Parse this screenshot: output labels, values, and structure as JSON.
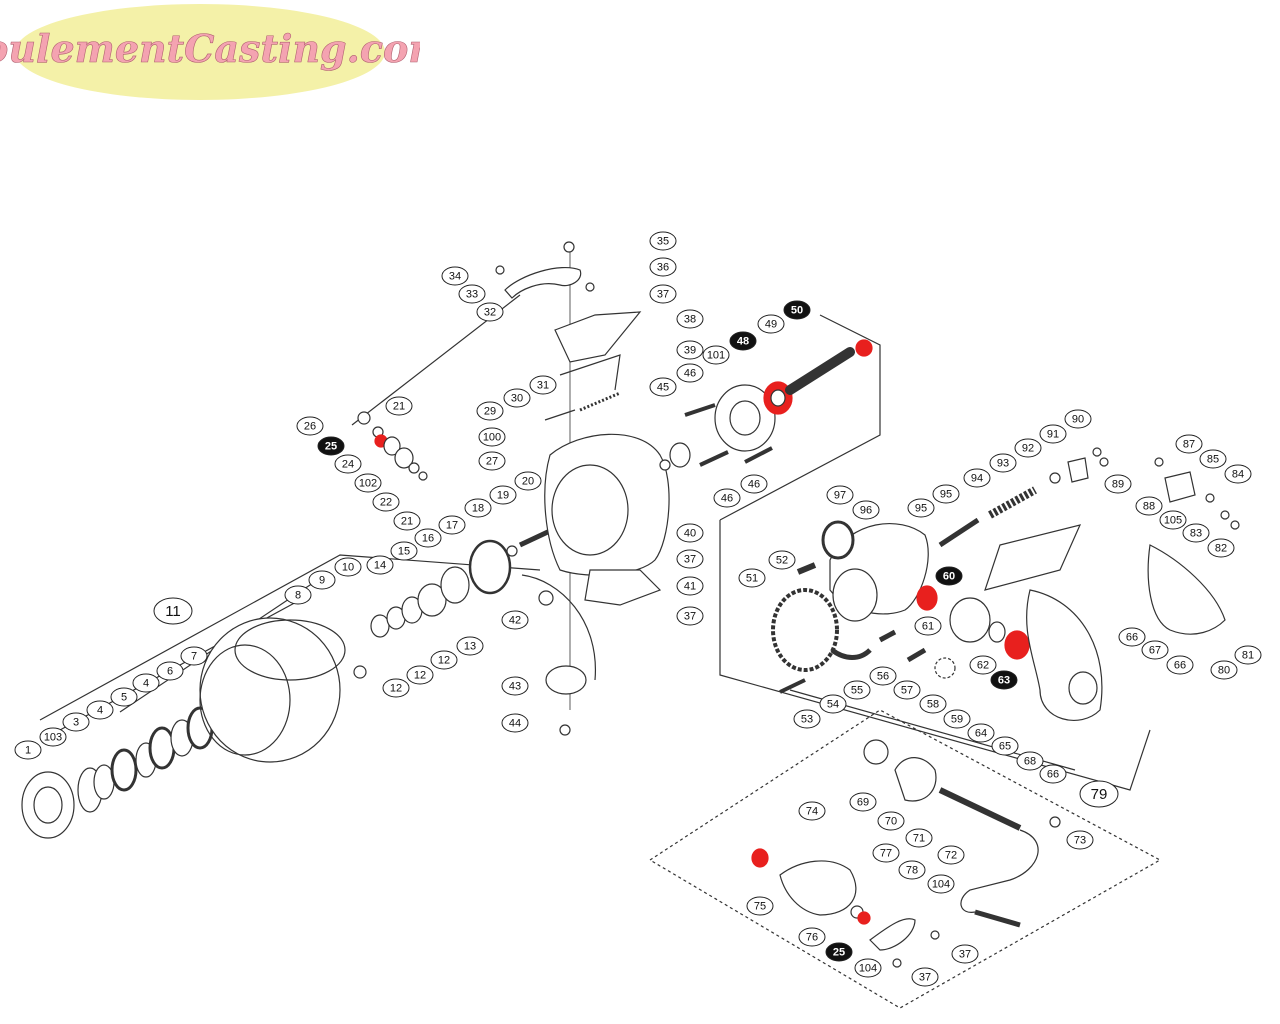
{
  "brand": {
    "logo_text": "RoulementCasting.com",
    "logo_color": "#f4a3b1",
    "logo_bg": "#f4f1a8"
  },
  "colors": {
    "bearing_red": "#e8201e",
    "line": "#333333",
    "label_fill": "#ffffff",
    "label_stroke": "#222222",
    "highlight_fill": "#111111"
  },
  "assembly_labels": [
    {
      "id": "11",
      "text": "11"
    },
    {
      "id": "79",
      "text": "79"
    }
  ],
  "part_labels": [
    {
      "id": "p1",
      "text": "1",
      "style": "normal"
    },
    {
      "id": "p103a",
      "text": "103",
      "style": "normal"
    },
    {
      "id": "p3",
      "text": "3",
      "style": "normal"
    },
    {
      "id": "p4",
      "text": "4",
      "style": "normal"
    },
    {
      "id": "p5",
      "text": "5",
      "style": "normal"
    },
    {
      "id": "p4b",
      "text": "4",
      "style": "normal"
    },
    {
      "id": "p6",
      "text": "6",
      "style": "normal"
    },
    {
      "id": "p7",
      "text": "7",
      "style": "normal"
    },
    {
      "id": "p8",
      "text": "8",
      "style": "normal"
    },
    {
      "id": "p9",
      "text": "9",
      "style": "normal"
    },
    {
      "id": "p10",
      "text": "10",
      "style": "normal"
    },
    {
      "id": "p12a",
      "text": "12",
      "style": "normal"
    },
    {
      "id": "p12b",
      "text": "12",
      "style": "normal"
    },
    {
      "id": "p12c",
      "text": "12",
      "style": "normal"
    },
    {
      "id": "p13",
      "text": "13",
      "style": "normal"
    },
    {
      "id": "p14",
      "text": "14",
      "style": "normal"
    },
    {
      "id": "p15",
      "text": "15",
      "style": "normal"
    },
    {
      "id": "p16",
      "text": "16",
      "style": "normal"
    },
    {
      "id": "p17",
      "text": "17",
      "style": "normal"
    },
    {
      "id": "p18",
      "text": "18",
      "style": "normal"
    },
    {
      "id": "p19",
      "text": "19",
      "style": "normal"
    },
    {
      "id": "p20",
      "text": "20",
      "style": "normal"
    },
    {
      "id": "p21a",
      "text": "21",
      "style": "normal"
    },
    {
      "id": "p21b",
      "text": "21",
      "style": "normal"
    },
    {
      "id": "p22",
      "text": "22",
      "style": "normal"
    },
    {
      "id": "p24",
      "text": "24",
      "style": "normal"
    },
    {
      "id": "p25a",
      "text": "25",
      "style": "highlight"
    },
    {
      "id": "p26",
      "text": "26",
      "style": "normal"
    },
    {
      "id": "p102",
      "text": "102",
      "style": "normal"
    },
    {
      "id": "p27",
      "text": "27",
      "style": "normal"
    },
    {
      "id": "p29",
      "text": "29",
      "style": "normal"
    },
    {
      "id": "p30",
      "text": "30",
      "style": "normal"
    },
    {
      "id": "p31",
      "text": "31",
      "style": "normal"
    },
    {
      "id": "p32",
      "text": "32",
      "style": "normal"
    },
    {
      "id": "p33",
      "text": "33",
      "style": "normal"
    },
    {
      "id": "p34",
      "text": "34",
      "style": "normal"
    },
    {
      "id": "p35",
      "text": "35",
      "style": "normal"
    },
    {
      "id": "p36",
      "text": "36",
      "style": "normal"
    },
    {
      "id": "p37a",
      "text": "37",
      "style": "normal"
    },
    {
      "id": "p38",
      "text": "38",
      "style": "normal"
    },
    {
      "id": "p39",
      "text": "39",
      "style": "normal"
    },
    {
      "id": "p100",
      "text": "100",
      "style": "normal"
    },
    {
      "id": "p40",
      "text": "40",
      "style": "normal"
    },
    {
      "id": "p37b",
      "text": "37",
      "style": "normal"
    },
    {
      "id": "p41",
      "text": "41",
      "style": "normal"
    },
    {
      "id": "p37c",
      "text": "37",
      "style": "normal"
    },
    {
      "id": "p42",
      "text": "42",
      "style": "normal"
    },
    {
      "id": "p43",
      "text": "43",
      "style": "normal"
    },
    {
      "id": "p44",
      "text": "44",
      "style": "normal"
    },
    {
      "id": "p45",
      "text": "45",
      "style": "normal"
    },
    {
      "id": "p46a",
      "text": "46",
      "style": "normal"
    },
    {
      "id": "p46b",
      "text": "46",
      "style": "normal"
    },
    {
      "id": "p46c",
      "text": "46",
      "style": "normal"
    },
    {
      "id": "p101",
      "text": "101",
      "style": "normal"
    },
    {
      "id": "p48",
      "text": "48",
      "style": "highlight"
    },
    {
      "id": "p49",
      "text": "49",
      "style": "normal"
    },
    {
      "id": "p50",
      "text": "50",
      "style": "highlight"
    },
    {
      "id": "p51",
      "text": "51",
      "style": "normal"
    },
    {
      "id": "p52",
      "text": "52",
      "style": "normal"
    },
    {
      "id": "p53",
      "text": "53",
      "style": "normal"
    },
    {
      "id": "p54",
      "text": "54",
      "style": "normal"
    },
    {
      "id": "p55",
      "text": "55",
      "style": "normal"
    },
    {
      "id": "p56",
      "text": "56",
      "style": "normal"
    },
    {
      "id": "p57",
      "text": "57",
      "style": "normal"
    },
    {
      "id": "p58",
      "text": "58",
      "style": "normal"
    },
    {
      "id": "p59",
      "text": "59",
      "style": "normal"
    },
    {
      "id": "p60",
      "text": "60",
      "style": "highlight"
    },
    {
      "id": "p61",
      "text": "61",
      "style": "normal"
    },
    {
      "id": "p62",
      "text": "62",
      "style": "normal"
    },
    {
      "id": "p63",
      "text": "63",
      "style": "highlight"
    },
    {
      "id": "p64",
      "text": "64",
      "style": "normal"
    },
    {
      "id": "p65",
      "text": "65",
      "style": "normal"
    },
    {
      "id": "p66a",
      "text": "66",
      "style": "normal"
    },
    {
      "id": "p66b",
      "text": "66",
      "style": "normal"
    },
    {
      "id": "p66c",
      "text": "66",
      "style": "normal"
    },
    {
      "id": "p67",
      "text": "67",
      "style": "normal"
    },
    {
      "id": "p68",
      "text": "68",
      "style": "normal"
    },
    {
      "id": "p69",
      "text": "69",
      "style": "normal"
    },
    {
      "id": "p70",
      "text": "70",
      "style": "normal"
    },
    {
      "id": "p71",
      "text": "71",
      "style": "normal"
    },
    {
      "id": "p72",
      "text": "72",
      "style": "normal"
    },
    {
      "id": "p73",
      "text": "73",
      "style": "normal"
    },
    {
      "id": "p74",
      "text": "74",
      "style": "normal"
    },
    {
      "id": "p75",
      "text": "75",
      "style": "normal"
    },
    {
      "id": "p76",
      "text": "76",
      "style": "normal"
    },
    {
      "id": "p77",
      "text": "77",
      "style": "normal"
    },
    {
      "id": "p78",
      "text": "78",
      "style": "normal"
    },
    {
      "id": "p104a",
      "text": "104",
      "style": "normal"
    },
    {
      "id": "p104b",
      "text": "104",
      "style": "normal"
    },
    {
      "id": "p25b",
      "text": "25",
      "style": "highlight"
    },
    {
      "id": "p37d",
      "text": "37",
      "style": "normal"
    },
    {
      "id": "p37e",
      "text": "37",
      "style": "normal"
    },
    {
      "id": "p80",
      "text": "80",
      "style": "normal"
    },
    {
      "id": "p81",
      "text": "81",
      "style": "normal"
    },
    {
      "id": "p82",
      "text": "82",
      "style": "normal"
    },
    {
      "id": "p83",
      "text": "83",
      "style": "normal"
    },
    {
      "id": "p84",
      "text": "84",
      "style": "normal"
    },
    {
      "id": "p85",
      "text": "85",
      "style": "normal"
    },
    {
      "id": "p87",
      "text": "87",
      "style": "normal"
    },
    {
      "id": "p88",
      "text": "88",
      "style": "normal"
    },
    {
      "id": "p105",
      "text": "105",
      "style": "normal"
    },
    {
      "id": "p89",
      "text": "89",
      "style": "normal"
    },
    {
      "id": "p90",
      "text": "90",
      "style": "normal"
    },
    {
      "id": "p91",
      "text": "91",
      "style": "normal"
    },
    {
      "id": "p92",
      "text": "92",
      "style": "normal"
    },
    {
      "id": "p93",
      "text": "93",
      "style": "normal"
    },
    {
      "id": "p94",
      "text": "94",
      "style": "normal"
    },
    {
      "id": "p95a",
      "text": "95",
      "style": "normal"
    },
    {
      "id": "p95b",
      "text": "95",
      "style": "normal"
    },
    {
      "id": "p96",
      "text": "96",
      "style": "normal"
    },
    {
      "id": "p97",
      "text": "97",
      "style": "normal"
    }
  ]
}
